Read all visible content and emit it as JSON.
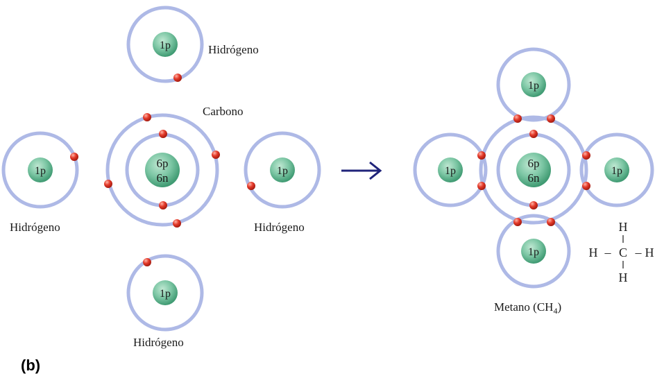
{
  "panel_label": "(b)",
  "colors": {
    "shell": "#aeb9e6",
    "shell_inner": "#cdd5f3",
    "nucleus": "#7cc6a4",
    "nucleus_dark": "#2f8a62",
    "electron": "#e43a2a",
    "arrow": "#1f237a"
  },
  "atoms": {
    "h_top": {
      "nucleus": "1p",
      "label": "Hidrógeno"
    },
    "h_left": {
      "nucleus": "1p",
      "label": "Hidrógeno"
    },
    "h_right": {
      "nucleus": "1p",
      "label": "Hidrógeno"
    },
    "h_bottom": {
      "nucleus": "1p",
      "label": "Hidrógeno"
    },
    "carbon": {
      "nucleus_line1": "6p",
      "nucleus_line2": "6n",
      "label": "Carbono"
    }
  },
  "molecule": {
    "carbon_line1": "6p",
    "carbon_line2": "6n",
    "hydrogens": [
      "1p",
      "1p",
      "1p",
      "1p"
    ],
    "label_prefix": "Metano (CH",
    "label_subscript": "4",
    "label_suffix": ")"
  },
  "structure": {
    "top": "H",
    "left": "H",
    "center": "C",
    "right": "H",
    "bottom": "H",
    "dash": "–",
    "bond": "|"
  }
}
